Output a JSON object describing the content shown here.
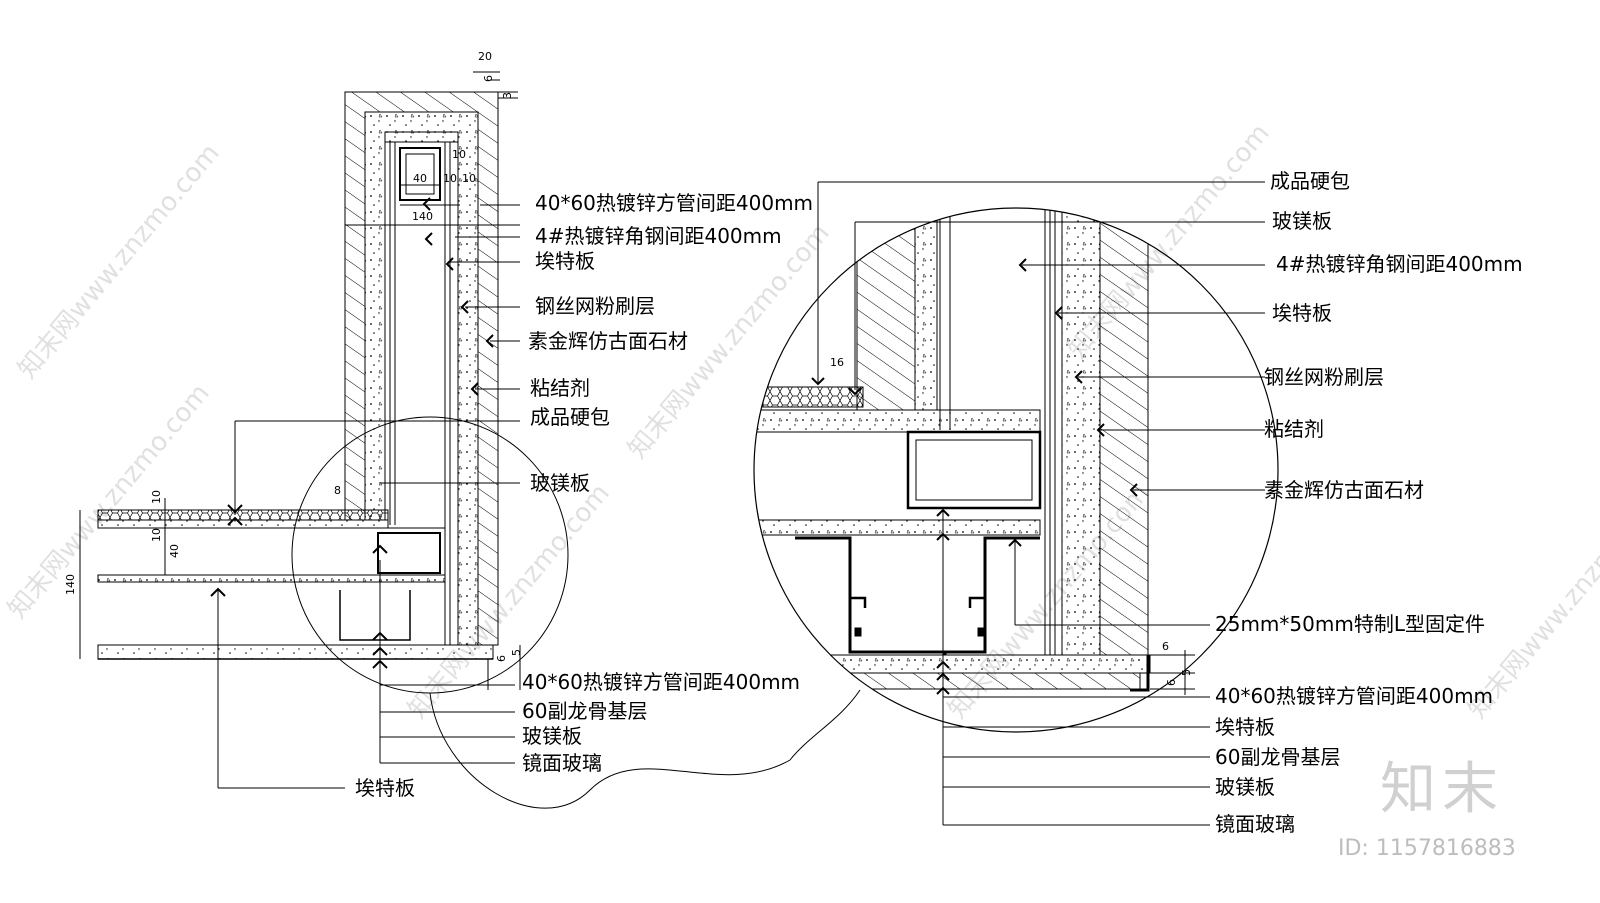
{
  "watermark": {
    "text": "知末网www.znzmo.com",
    "brand": "知末",
    "id_label": "ID: 1157816883"
  },
  "left_view": {
    "dims": {
      "top_20": "20",
      "top_6": "6",
      "top_3": "3",
      "d40": "40",
      "d10a": "10",
      "d10b": "10",
      "d10c": "10",
      "d140": "140",
      "d8": "8",
      "l10": "10",
      "l10b": "10",
      "l40": "40",
      "l140": "140",
      "b6": "6",
      "b5": "5"
    },
    "labels": [
      "40*60热镀锌方管间距400mm",
      "4#热镀锌角钢间距400mm",
      "埃特板",
      "钢丝网粉刷层",
      "素金辉仿古面石材",
      "粘结剂",
      "成品硬包",
      "玻镁板",
      "40*60热镀锌方管间距400mm",
      "60副龙骨基层",
      "玻镁板",
      "镜面玻璃",
      "埃特板"
    ]
  },
  "right_view": {
    "dims": {
      "d16": "16",
      "d6": "6",
      "d5": "5",
      "d6b": "6"
    },
    "labels": [
      "成品硬包",
      "玻镁板",
      "4#热镀锌角钢间距400mm",
      "埃特板",
      "钢丝网粉刷层",
      "粘结剂",
      "素金辉仿古面石材",
      "25mm*50mm特制L型固定件",
      "40*60热镀锌方管间距400mm",
      "埃特板",
      "60副龙骨基层",
      "玻镁板",
      "镜面玻璃"
    ]
  }
}
